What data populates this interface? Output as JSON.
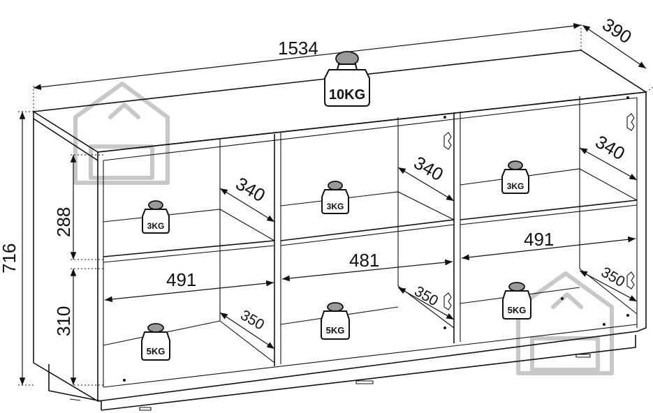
{
  "dimensions": {
    "width": "1534",
    "depth": "390",
    "height": "716",
    "upper_height": "288",
    "lower_height": "310",
    "shelf_depth_upper_left": "340",
    "shelf_depth_upper_middle": "340",
    "shelf_depth_upper_right": "340",
    "shelf_depth_lower_left": "350",
    "shelf_depth_lower_middle": "350",
    "shelf_depth_lower_right": "350",
    "shelf_width_left": "491",
    "shelf_width_middle": "481",
    "shelf_width_right": "491"
  },
  "loads": {
    "top": "10KG",
    "upper_left": "3KG",
    "upper_middle": "3KG",
    "upper_right": "3KG",
    "lower_left": "5KG",
    "lower_middle": "5KG",
    "lower_right": "5KG"
  },
  "icons": [
    "house-watermark-icon",
    "weight-icon"
  ]
}
